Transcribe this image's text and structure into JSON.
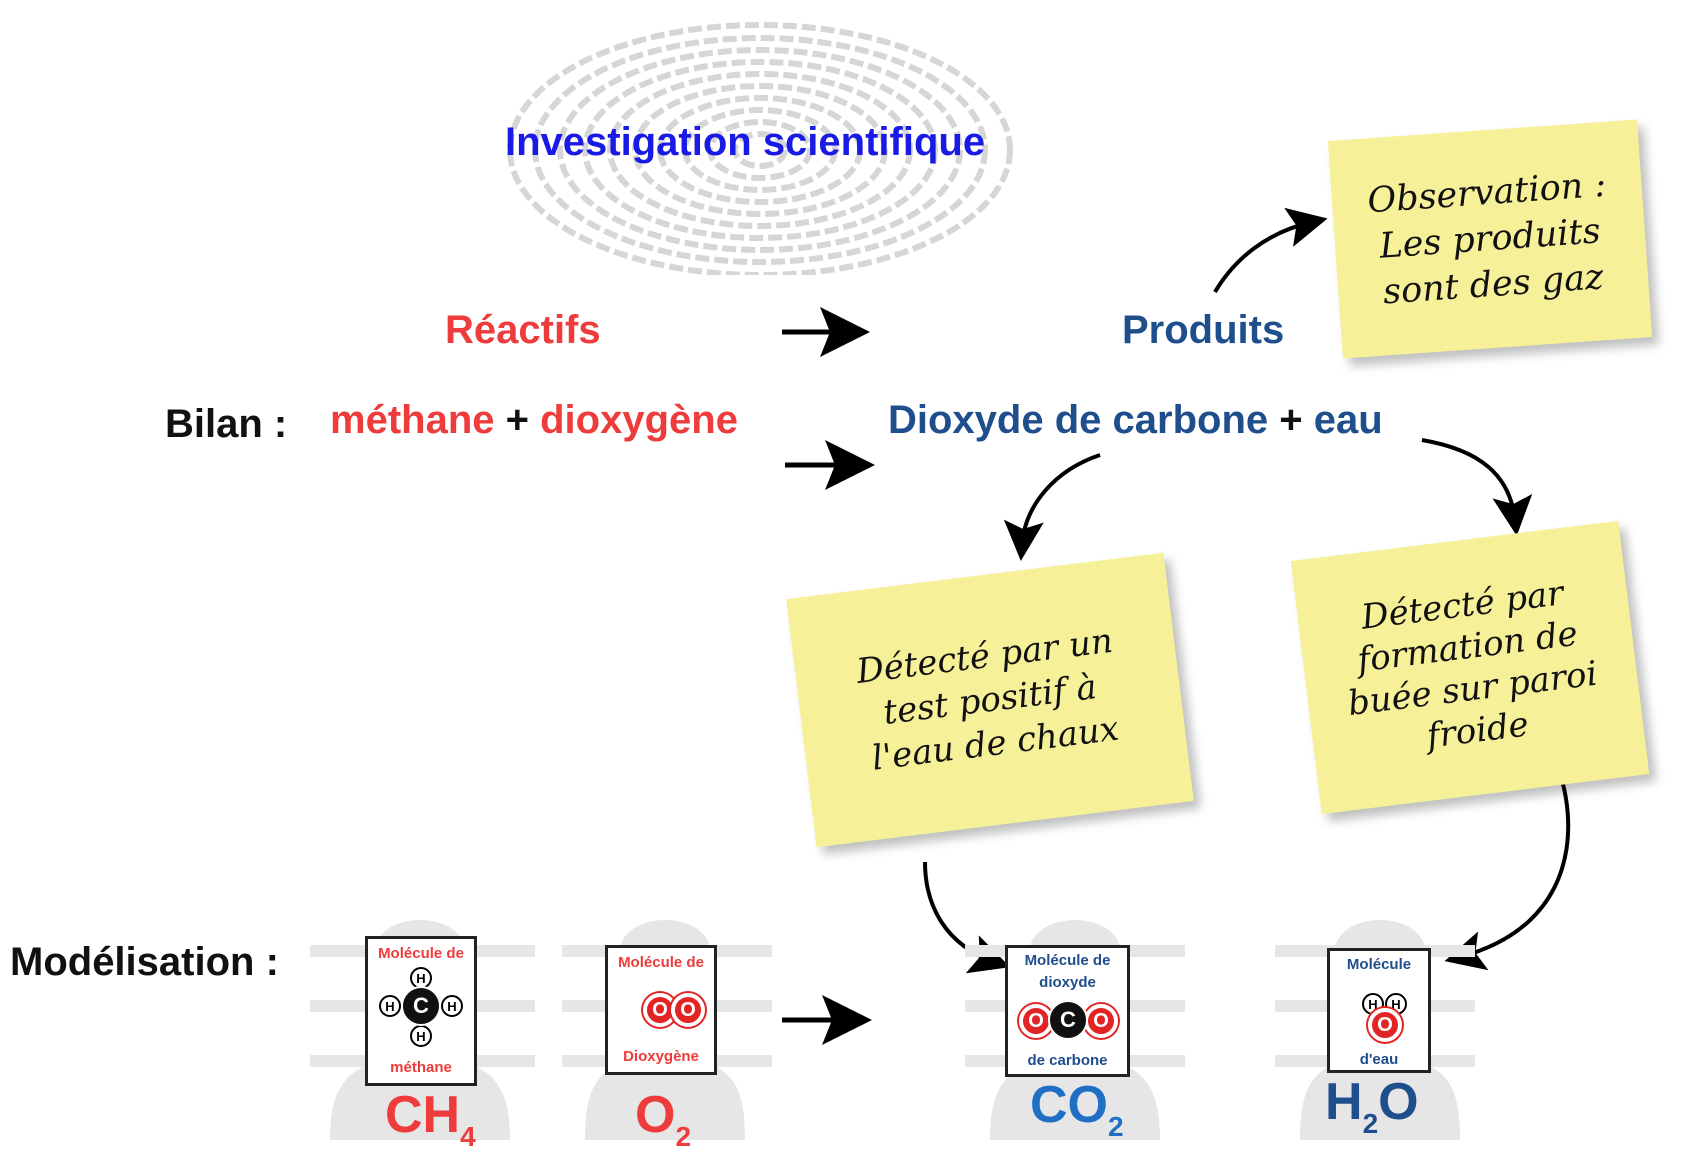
{
  "title": "Investigation scientifique",
  "header": {
    "reactifs": "Réactifs",
    "produits": "Produits"
  },
  "bilan": {
    "label": "Bilan :",
    "reactant1": "méthane",
    "plus1": "+",
    "reactant2": "dioxygène",
    "product1": "Dioxyde de carbone",
    "plus2": "+",
    "product2": "eau"
  },
  "notes": {
    "observation": [
      "Observation :",
      "Les produits",
      "sont des gaz"
    ],
    "chaux": [
      "Détecté par  un",
      "test positif  à",
      "l'eau de chaux"
    ],
    "buee": [
      "Détecté par",
      "formation de",
      "buée sur paroi",
      "froide"
    ]
  },
  "modelisation": {
    "label": "Modélisation :",
    "molecules": [
      {
        "card_top": "Molécule de",
        "card_bottom": "méthane",
        "atoms": {
          "center": "C",
          "h": "H"
        },
        "formula_main": "CH",
        "formula_sub": "4",
        "color": "#ee3b3b"
      },
      {
        "card_top": "Molécule  de",
        "card_bottom": "Dioxygène",
        "atoms": {
          "o": "O"
        },
        "formula_main": "O",
        "formula_sub": "2",
        "color": "#ee3b3b"
      },
      {
        "card_top": "Molécule de",
        "card_top2": "dioxyde",
        "card_bottom": "de carbone",
        "atoms": {
          "center": "C",
          "o": "O"
        },
        "formula_main": "CO",
        "formula_sub": "2",
        "color": "#1f6fc4"
      },
      {
        "card_top": "Molécule",
        "card_bottom": "d'eau",
        "atoms": {
          "o": "O",
          "h": "H"
        },
        "formula_pre": "H",
        "formula_sub": "2",
        "formula_post": "O",
        "color": "#1f4e8c"
      }
    ]
  },
  "colors": {
    "title": "#1a1ae6",
    "reactant": "#ee3b3b",
    "product": "#1f4e8c",
    "note": "#f6f099"
  }
}
